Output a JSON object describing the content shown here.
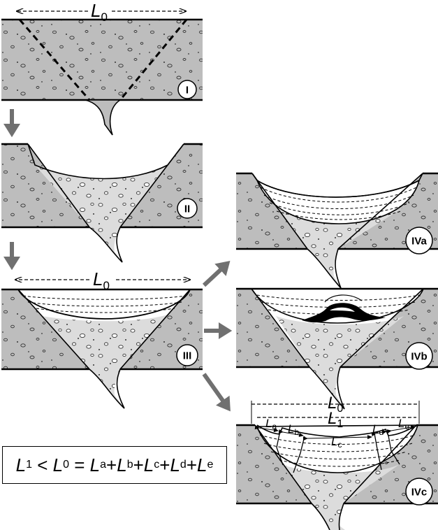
{
  "symbols": {
    "L0_main": "L",
    "L0_sub": "0",
    "L1_main": "L",
    "L1_sub": "1",
    "La_sub": "a",
    "Lb_sub": "b",
    "Lc_sub": "c",
    "Ld_sub": "d",
    "Le_sub": "e",
    "L_letter": "L"
  },
  "stages": {
    "I": "I",
    "II": "II",
    "III": "III",
    "IVa": "IVa",
    "IVb": "IVb",
    "IVc": "IVc"
  },
  "formula": {
    "L": "L",
    "s1": "1",
    "lt": " < ",
    "s0": "0",
    "eq": " = ",
    "sa": "a",
    "plus": "+",
    "sb": "b",
    "sc": "c",
    "sd": "d",
    "se": "e"
  },
  "colors": {
    "host_rock": "#bdbdbd",
    "wedge_fill": "#dcdcdc",
    "arrow": "#707070",
    "line": "#000000",
    "lake_fill": "#ffffff"
  }
}
